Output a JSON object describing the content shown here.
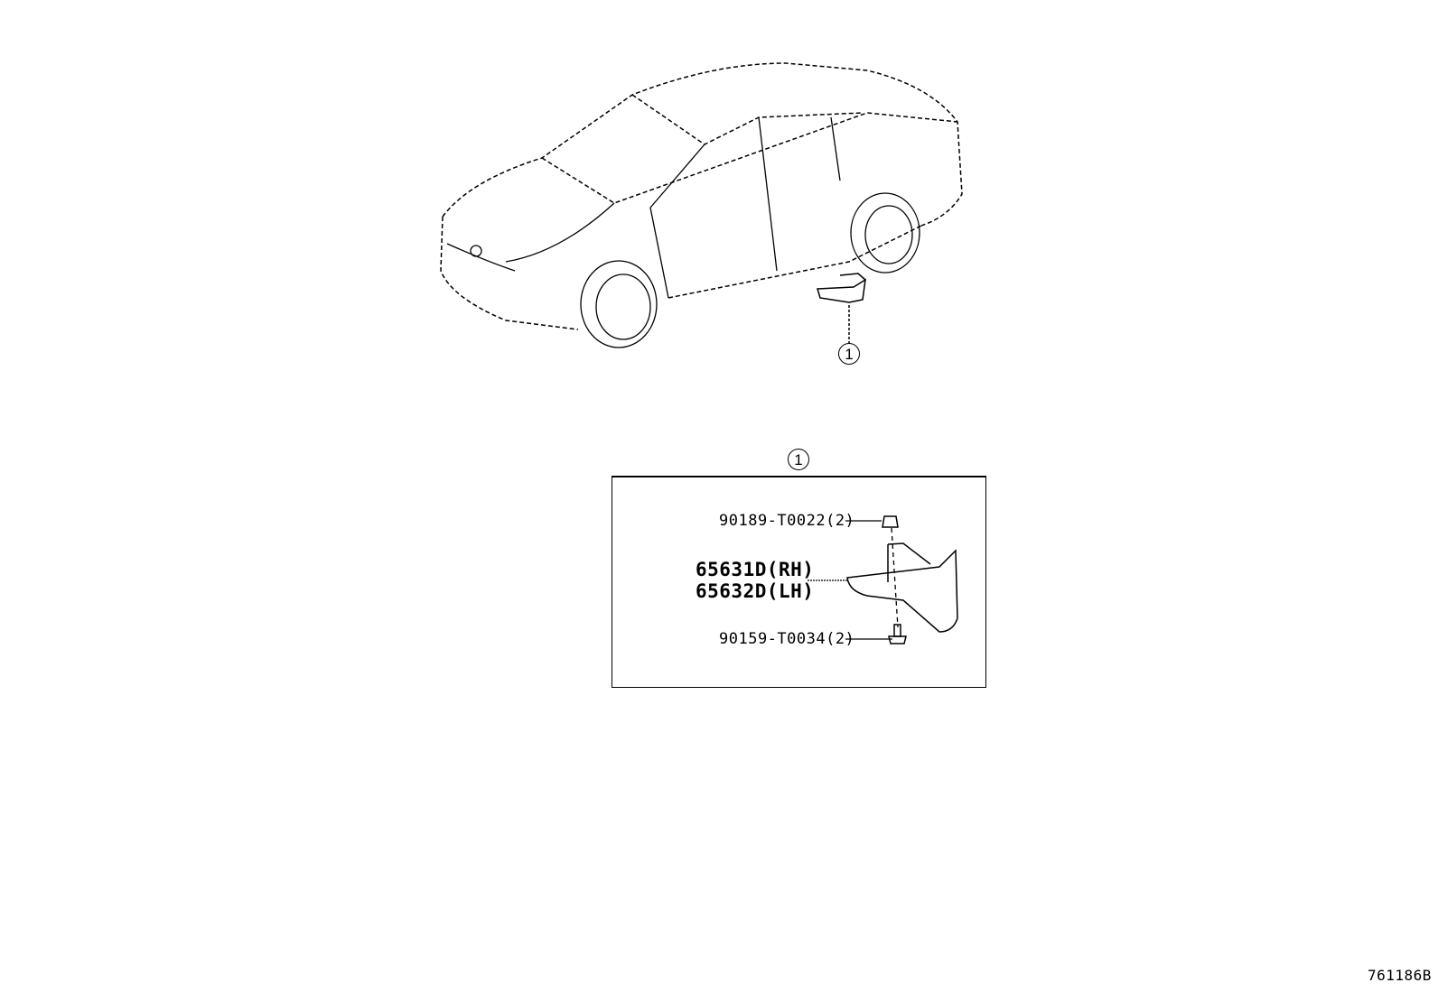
{
  "overview": {
    "callout": "1"
  },
  "detail": {
    "callout": "1",
    "parts": [
      {
        "number": "90189-T0022(2)"
      },
      {
        "number": "65631D(RH)"
      },
      {
        "number": "65632D(LH)"
      },
      {
        "number": "90159-T0034(2)"
      }
    ]
  },
  "diagram_id": "761186B"
}
